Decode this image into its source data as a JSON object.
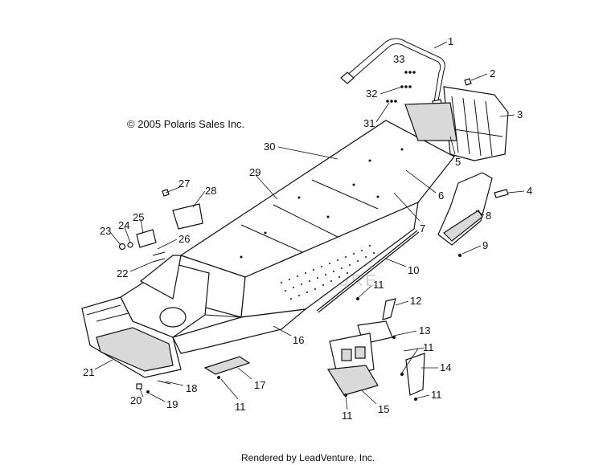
{
  "diagram": {
    "copyright": "© 2005 Polaris Sales Inc.",
    "footer": "Rendered by LeadVenture, Inc.",
    "watermark": "LEADVENTURE",
    "part_numbers": {
      "p1": "1",
      "p2": "2",
      "p3": "3",
      "p4": "4",
      "p5": "5",
      "p6": "6",
      "p7": "7",
      "p8": "8",
      "p9": "9",
      "p10": "10",
      "p11a": "11",
      "p11b": "11",
      "p11c": "11",
      "p11d": "11",
      "p11e": "11",
      "p12": "12",
      "p13": "13",
      "p14": "14",
      "p15": "15",
      "p16": "16",
      "p17": "17",
      "p18": "18",
      "p19": "19",
      "p20": "20",
      "p21": "21",
      "p22": "22",
      "p23": "23",
      "p24": "24",
      "p25": "25",
      "p26": "26",
      "p27": "27",
      "p28": "28",
      "p29": "29",
      "p30": "30",
      "p31": "31",
      "p32": "32",
      "p33": "33"
    }
  }
}
